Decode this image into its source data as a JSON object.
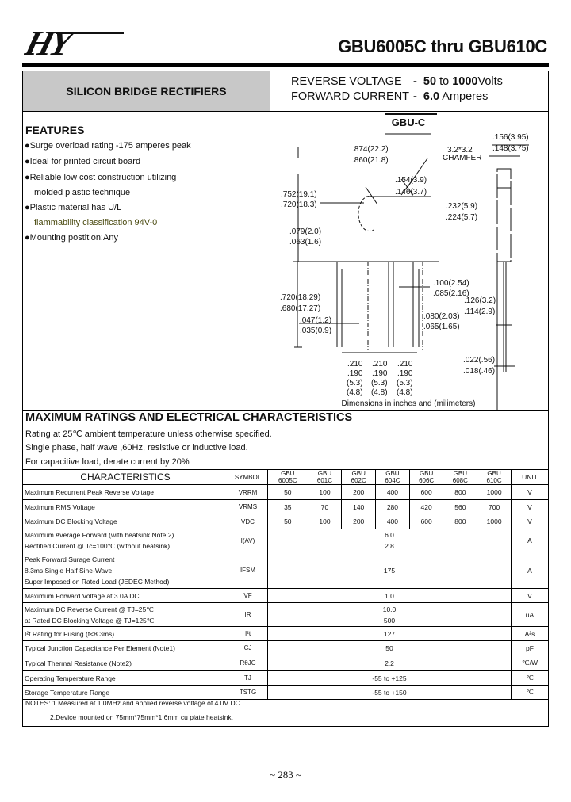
{
  "header": {
    "logo_text": "HY",
    "title": "GBU6005C thru GBU610C"
  },
  "summary": {
    "category": "SILICON BRIDGE RECTIFIERS",
    "reverse_voltage_label": "REVERSE VOLTAGE",
    "reverse_voltage_dash": "-",
    "reverse_voltage_min": "50",
    "reverse_voltage_to": " to ",
    "reverse_voltage_max": "1000",
    "reverse_voltage_unit": "Volts",
    "forward_current_label": "FORWARD CURRENT",
    "forward_current_dash": "-",
    "forward_current_value": "6.0",
    "forward_current_unit": " Amperes"
  },
  "features": {
    "title": "FEATURES",
    "bullet": "●",
    "items": [
      "Surge overload rating -175 amperes peak",
      "Ideal for printed circuit board",
      "Reliable low cost construction utilizing",
      "molded plastic technique",
      "Plastic material has U/L",
      "flammability classification 94V-0",
      "Mounting postition:Any"
    ]
  },
  "diagram": {
    "package": "GBU-C",
    "caption": "Dimensions in inches and (milimeters)",
    "dims": {
      "width_max": ".874(22.2)",
      "width_min": ".860(21.8)",
      "chamfer_size": "3.2*3.2",
      "chamfer_label": "CHAMFER",
      "thick_max": ".156(3.95)",
      "thick_min": ".148(3.75)",
      "hole_max": ".154(3.9)",
      "hole_min": ".146(3.7)",
      "height_max": ".752(19.1)",
      "height_min": ".720(18.3)",
      "hole_pos_max": ".232(5.9)",
      "hole_pos_min": ".224(5.7)",
      "step_max": ".079(2.0)",
      "step_min": ".063(1.6)",
      "lead_len_max": ".720(18.29)",
      "lead_len_min": ".680(17.27)",
      "lead_w_max": ".047(1.2)",
      "lead_w_min": ".035(0.9)",
      "lead_sh_max": ".100(2.54)",
      "lead_sh_min": ".085(2.16)",
      "side_max": ".126(3.2)",
      "side_min": ".114(2.9)",
      "lead_gap_max": ".080(2.03)",
      "lead_gap_min": ".065(1.65)",
      "lead_t_max": ".022(.56)",
      "lead_t_min": ".018(.46)",
      "pitch_max": ".210",
      "pitch_min": ".190",
      "pitch_mm_max": "(5.3)",
      "pitch_mm_min": "(4.8)"
    }
  },
  "ratings": {
    "title": "MAXIMUM RATINGS AND ELECTRICAL CHARACTERISTICS",
    "lines": [
      "Rating at 25℃ ambient temperature unless otherwise specified.",
      "Single phase, half wave ,60Hz, resistive or inductive load.",
      "For capacitive load, derate current by 20%"
    ]
  },
  "table": {
    "headers": {
      "characteristics": "CHARACTERISTICS",
      "symbol": "SYMBOL",
      "unit": "UNIT",
      "models": [
        {
          "prefix": "GBU",
          "suffix": "6005C"
        },
        {
          "prefix": "GBU",
          "suffix": "601C"
        },
        {
          "prefix": "GBU",
          "suffix": "602C"
        },
        {
          "prefix": "GBU",
          "suffix": "604C"
        },
        {
          "prefix": "GBU",
          "suffix": "606C"
        },
        {
          "prefix": "GBU",
          "suffix": "608C"
        },
        {
          "prefix": "GBU",
          "suffix": "610C"
        }
      ]
    },
    "rows": [
      {
        "label": "Maximum Recurrent Peak Reverse Voltage",
        "symbol": "VRRM",
        "values": [
          "50",
          "100",
          "200",
          "400",
          "600",
          "800",
          "1000"
        ],
        "unit": "V"
      },
      {
        "label": "Maximum RMS Voltage",
        "symbol": "VRMS",
        "values": [
          "35",
          "70",
          "140",
          "280",
          "420",
          "560",
          "700"
        ],
        "unit": "V"
      },
      {
        "label": "Maximum DC Blocking Voltage",
        "symbol": "VDC",
        "values": [
          "50",
          "100",
          "200",
          "400",
          "600",
          "800",
          "1000"
        ],
        "unit": "V"
      },
      {
        "label_lines": [
          "Maximum Average   Forward    (with heatsink Note 2)",
          "Rectified  Current        @ Tc=100℃   (without heatsink)"
        ],
        "symbol": "I(AV)",
        "value_lines": [
          "6.0",
          "2.8"
        ],
        "unit": "A"
      },
      {
        "label_lines": [
          "Peak Forward Surage Current",
          "8.3ms Single Half Sine-Wave",
          "Super Imposed on Rated Load (JEDEC Method)"
        ],
        "symbol": "IFSM",
        "value": "175",
        "unit": "A"
      },
      {
        "label": "Maximum  Forward Voltage at 3.0A DC",
        "symbol": "VF",
        "value": "1.0",
        "unit": "V"
      },
      {
        "label_lines": [
          "Maximum  DC Reverse Current            @ TJ=25℃",
          "at Rated DC Blocking Voltage          @ TJ=125℃"
        ],
        "symbol": "IR",
        "value_lines": [
          "10.0",
          "500"
        ],
        "unit": "uA"
      },
      {
        "label": "I²t Rating for Fusing (t<8.3ms)",
        "symbol": "I²t",
        "value": "127",
        "unit": "A²s"
      },
      {
        "label": "Typical Junction Capacitance Per Element (Note1)",
        "symbol": "CJ",
        "value": "50",
        "unit": "pF"
      },
      {
        "label": "Typical Thermal Resistance (Note2)",
        "symbol": "RθJC",
        "value": "2.2",
        "unit": "℃/W"
      },
      {
        "label": "Operating Temperature Range",
        "symbol": "TJ",
        "value": "-55 to +125",
        "unit": "℃"
      },
      {
        "label": "Storage Temperature Range",
        "symbol": "TSTG",
        "value": "-55 to +150",
        "unit": "℃"
      }
    ]
  },
  "notes": [
    "NOTES: 1.Measured at 1.0MHz and applied reverse voltage of 4.0V DC.",
    "2.Device mounted on 75mm*75mm*1.6mm cu plate heatsink."
  ],
  "footer": {
    "page": "~ 283 ~"
  }
}
